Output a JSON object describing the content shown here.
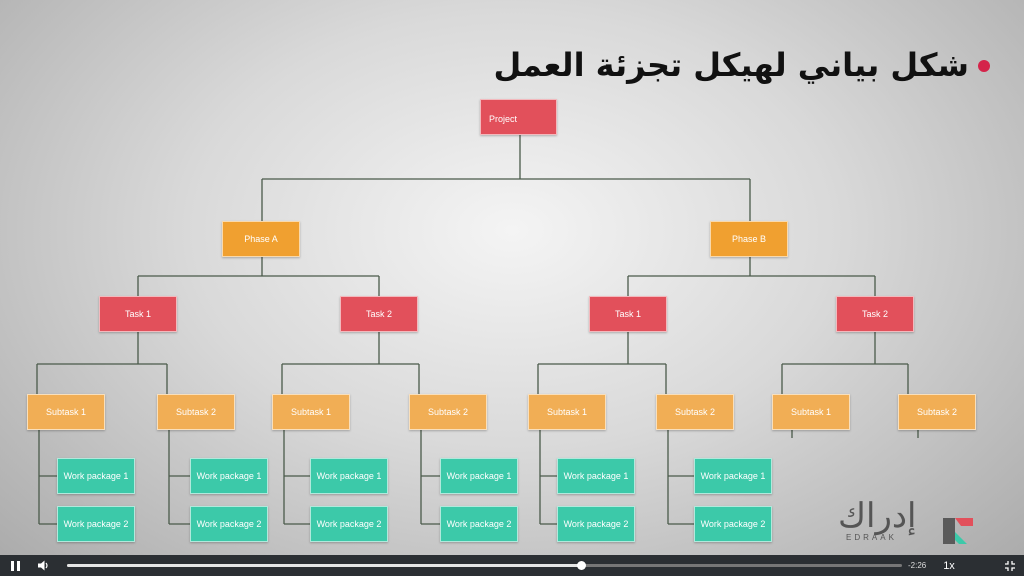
{
  "title": "شكل بياني لهيكل تجزئة العمل",
  "diagram": {
    "project": "Project",
    "phases": [
      {
        "label": "Phase A",
        "tasks": [
          {
            "label": "Task 1",
            "subtasks": [
              {
                "label": "Subtask 1",
                "packages": [
                  "Work package 1",
                  "Work package 2"
                ]
              },
              {
                "label": "Subtask 2",
                "packages": [
                  "Work package 1",
                  "Work package 2"
                ]
              }
            ]
          },
          {
            "label": "Task 2",
            "subtasks": [
              {
                "label": "Subtask 1",
                "packages": [
                  "Work package 1",
                  "Work package 2"
                ]
              },
              {
                "label": "Subtask 2",
                "packages": [
                  "Work package 1",
                  "Work package 2"
                ]
              }
            ]
          }
        ]
      },
      {
        "label": "Phase B",
        "tasks": [
          {
            "label": "Task 1",
            "subtasks": [
              {
                "label": "Subtask 1",
                "packages": [
                  "Work package 1",
                  "Work package 2"
                ]
              },
              {
                "label": "Subtask 2",
                "packages": [
                  "Work package 1",
                  "Work package 2"
                ]
              }
            ]
          },
          {
            "label": "Task 2",
            "subtasks": [
              {
                "label": "Subtask 1",
                "packages": []
              },
              {
                "label": "Subtask 2",
                "packages": []
              }
            ]
          }
        ]
      }
    ]
  },
  "colors": {
    "project": "#e2505b",
    "phase": "#f0a030",
    "task": "#e2505b",
    "subtask": "#f1ae55",
    "work_package": "#3cc9a9",
    "bullet": "#d4244a"
  },
  "logo": {
    "arabic": "إدراك",
    "english": "EDRAAK"
  },
  "player": {
    "play_pause_icon": "pause-icon",
    "volume_icon": "volume-icon",
    "progress": 0.615,
    "time_remaining": "-2:26",
    "speed": "1x",
    "fullscreen_icon": "exit-fullscreen-icon"
  }
}
